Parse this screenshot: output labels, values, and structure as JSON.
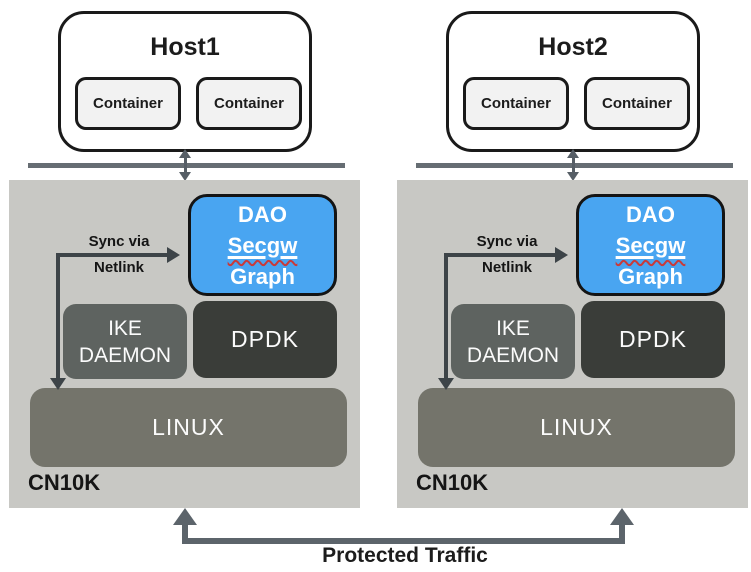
{
  "diagram": {
    "hosts": [
      {
        "title": "Host1",
        "containers": [
          "Container",
          "Container"
        ]
      },
      {
        "title": "Host2",
        "containers": [
          "Container",
          "Container"
        ]
      }
    ],
    "board": {
      "label": "CN10K",
      "dao_lines": [
        "DAO",
        "Secgw",
        "Graph"
      ],
      "ike_lines": [
        "IKE",
        "DAEMON"
      ],
      "dpdk_label": "DPDK",
      "linux_label": "LINUX",
      "sync_lines": [
        "Sync via",
        "Netlink"
      ]
    },
    "footer": {
      "protected_traffic": "Protected Traffic"
    },
    "colors": {
      "dao_blue": "#49a5f1",
      "ike_gray": "#5e6360",
      "dpdk_dark": "#3a3d39",
      "linux_gray": "#74746b",
      "board_bg": "#c8c8c4",
      "container_bg": "#f2f2f2",
      "bus_gray": "#666d73",
      "sync_arrow_dark": "#3d4448",
      "traffic_arrow_gray": "#5c646b",
      "squiggle_red": "#c83a3a",
      "border_black": "#1a1a1a"
    }
  }
}
